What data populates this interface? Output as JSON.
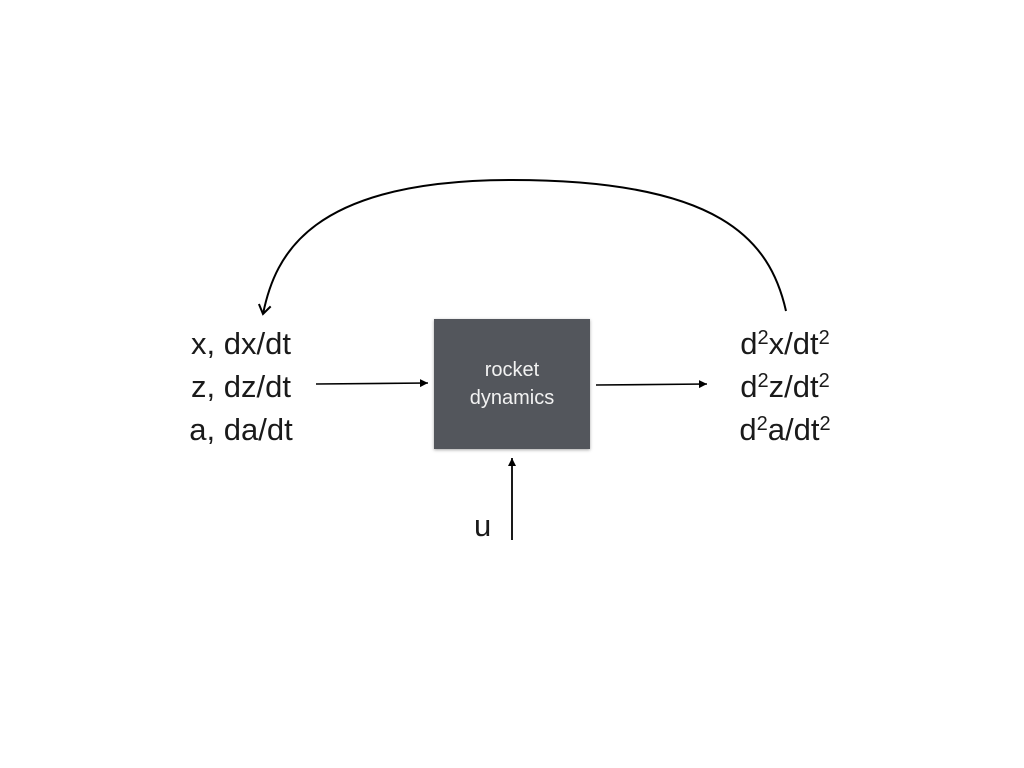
{
  "inputs": {
    "lines": [
      "x, dx/dt",
      "z, dz/dt",
      "a, da/dt"
    ]
  },
  "block": {
    "label_line1": "rocket",
    "label_line2": "dynamics"
  },
  "outputs": {
    "lines": [
      {
        "d": "d",
        "exp1": "2",
        "mid": "x/dt",
        "exp2": "2"
      },
      {
        "d": "d",
        "exp1": "2",
        "mid": "z/dt",
        "exp2": "2"
      },
      {
        "d": "d",
        "exp1": "2",
        "mid": "a/dt",
        "exp2": "2"
      }
    ]
  },
  "control": {
    "label": "u"
  },
  "colors": {
    "block_fill": "#53565c",
    "block_text": "#f2f2f2",
    "line": "#000000",
    "text": "#1a1a1a"
  }
}
